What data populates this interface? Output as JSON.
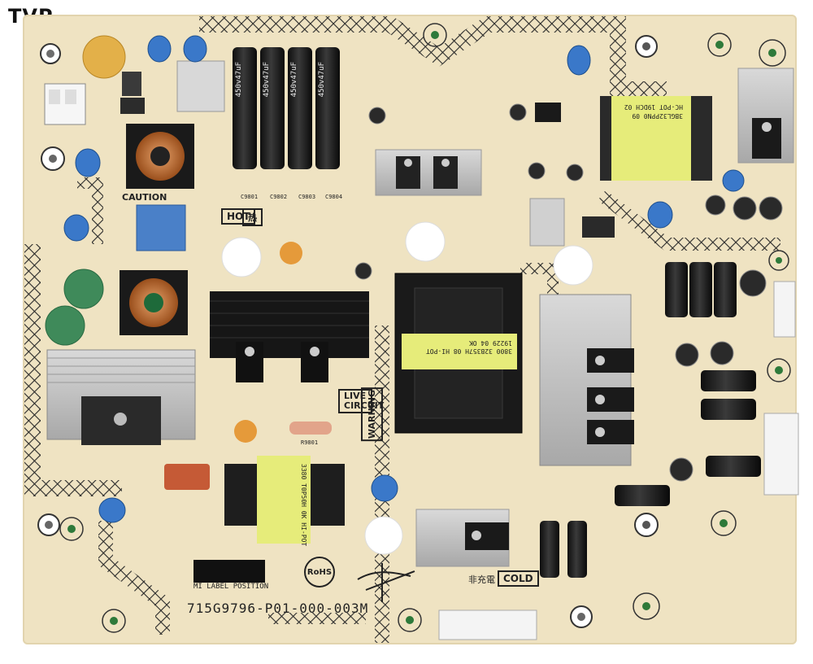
{
  "corner_tag": "TVP",
  "board": {
    "part_number": "715G9796-P01-000-003M",
    "silkscreen": {
      "hot": "HOT",
      "cold": "COLD",
      "caution": "CAUTION",
      "live_circuit": "LIVE CIRCUIT",
      "warning": "WARNING",
      "rohs": "RoHS",
      "label_position": "MI LABEL POSITION",
      "non_charge_cn": "非充電",
      "hot_cn": "热",
      "cap_marking": "450v47uF",
      "transformer_tag_1": "3BGL32PPN0 09 HC-POT 19DCH 02",
      "transformer_tag_2": "3800 32B357H 08 HI-POT 19229 04 OK",
      "transformer_tag_3": "3380 T0P50H 0K HI-POT",
      "ref_c9801": "C9801",
      "ref_c9802": "C9802",
      "ref_c9803": "C9803",
      "ref_c9804": "C9804",
      "ref_r9801": "R9801"
    },
    "colors": {
      "pcb": "#efe3c2",
      "trace_hatch": "#2a2a2a",
      "heatsink": "#c8c8c8",
      "transformer_tape": "#e6ec7a",
      "y_cap": "#3a78c9",
      "x_cap": "#4a80c8"
    }
  }
}
